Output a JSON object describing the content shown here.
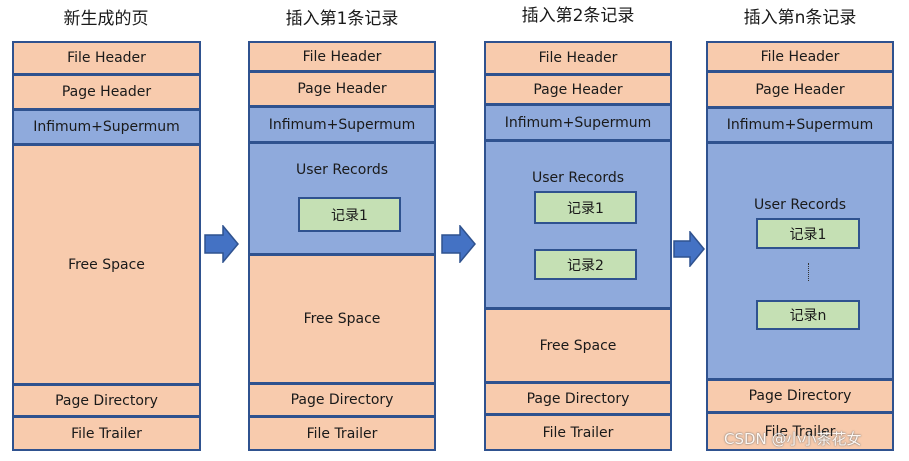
{
  "titles": {
    "p1": "新生成的页",
    "p2": "插入第1条记录",
    "p3": "插入第2条记录",
    "p4": "插入第n条记录"
  },
  "labels": {
    "file_header": "File Header",
    "page_header": "Page Header",
    "infimum_supremum": "Infimum+Supermum",
    "user_records": "User Records",
    "free_space": "Free Space",
    "page_directory": "Page Directory",
    "file_trailer": "File Trailer"
  },
  "records": {
    "r1": "记录1",
    "r2": "记录2",
    "rn": "记录n"
  },
  "watermark": "CSDN @小小茶花女",
  "colors": {
    "peach": "#f8cbad",
    "blue": "#8faadc",
    "green": "#c5e0b4",
    "border": "#2f528f",
    "arrow": "#4472c4"
  }
}
